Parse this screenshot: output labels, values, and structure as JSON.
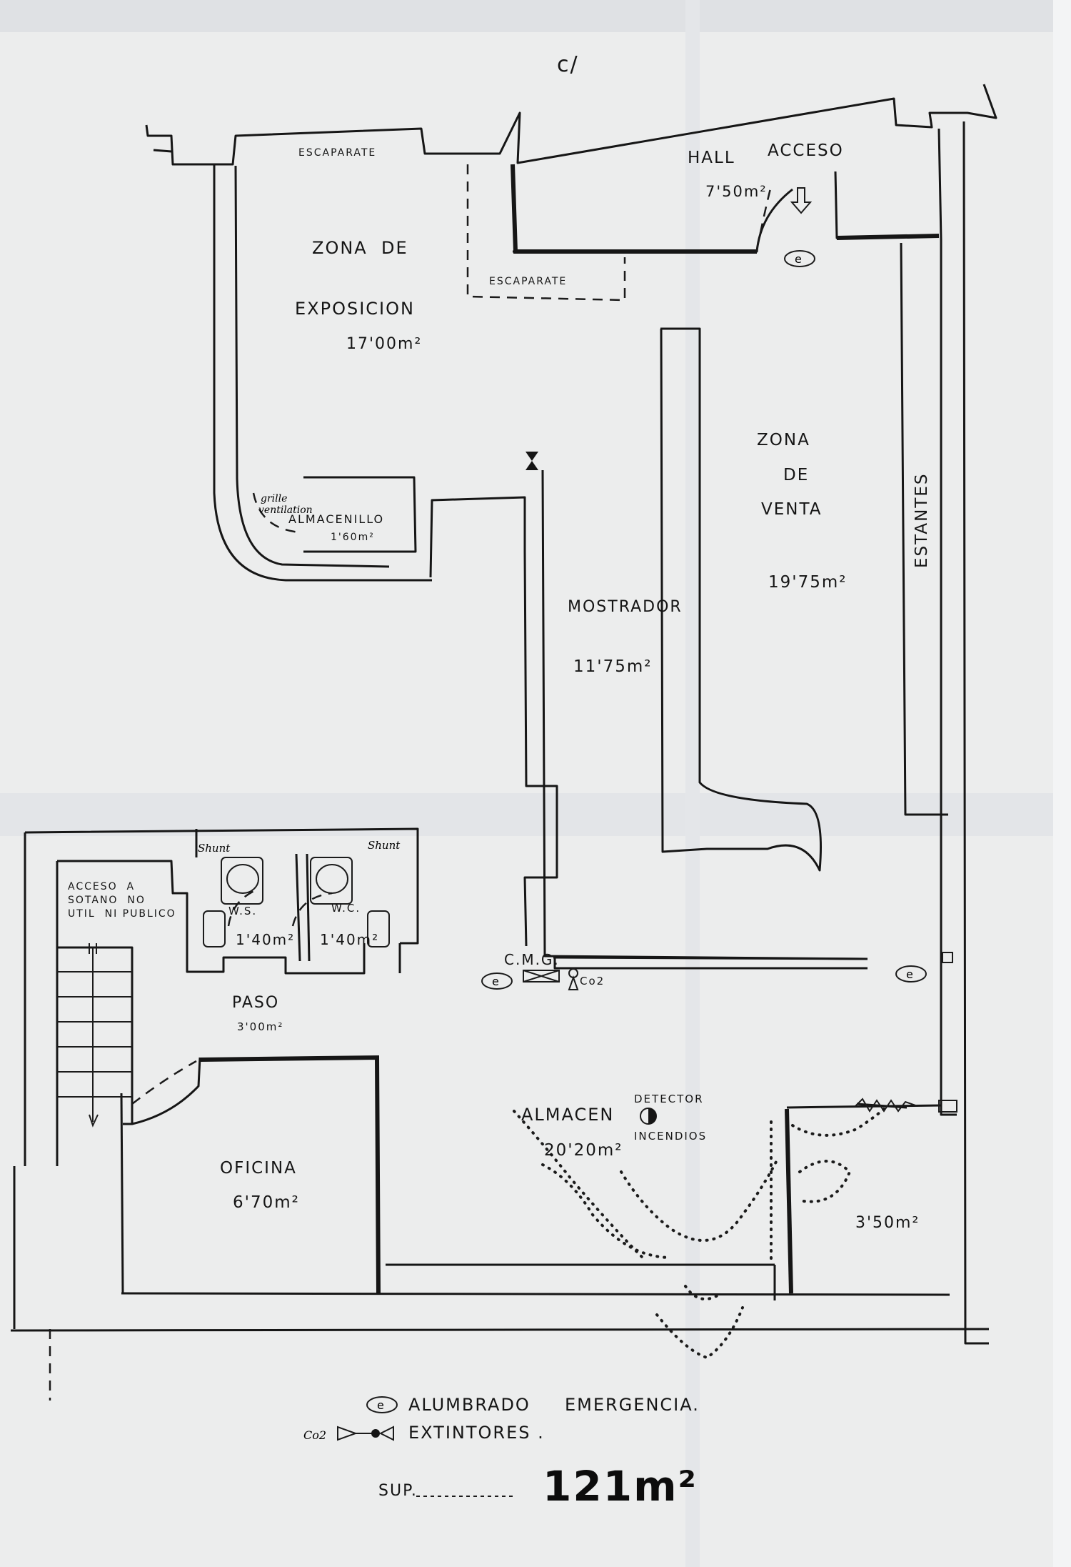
{
  "plan": {
    "street_label": "c/",
    "rooms": {
      "escaparate_top": "ESCAPARATE",
      "escaparate_mid": "ESCAPARATE",
      "hall": "HALL",
      "acceso": "ACCESO",
      "hall_area": "7'50m²",
      "exposicion_l1": "ZONA  DE",
      "exposicion_l2": "EXPOSICION",
      "exposicion_area": "17'00m²",
      "venta_l1": "ZONA",
      "venta_l2": "DE",
      "venta_l3": "VENTA",
      "venta_area": "19'75m²",
      "estantes": "ESTANTES",
      "grille_l1": "grille",
      "grille_l2": "ventilation",
      "almacenillo": "ALMACENILLO",
      "almacenillo_area": "1'60m²",
      "mostrador": "MOSTRADOR",
      "mostrador_area": "11'75m²",
      "sotano_l1": "ACCESO  A",
      "sotano_l2": "SOTANO  NO",
      "sotano_l3": "UTIL  NI PUBLICO",
      "shunt_left": "Shunt",
      "shunt_right": "Shunt",
      "ws": "W.S.",
      "wc": "W.C.",
      "ws_area": "1'40m²",
      "wc_area": "1'40m²",
      "cmg": "C.M.G.",
      "co2_marker": "Co2",
      "paso": "PASO",
      "paso_area": "3'00m²",
      "oficina": "OFICINA",
      "oficina_area": "6'70m²",
      "almacen": "ALMACEN",
      "almacen_area": "20'20m²",
      "detector_l1": "DETECTOR",
      "detector_l2": "INCENDIOS",
      "patio_area": "3'50m²"
    },
    "emergency_marker": "e"
  },
  "legend": {
    "emergency_symbol": "e",
    "emergency_label": "ALUMBRADO     EMERGENCIA.",
    "co2_symbol": "Co2",
    "extinguisher_label": "EXTINTORES ."
  },
  "surface": {
    "label": "SUP.",
    "value": "121m²"
  }
}
